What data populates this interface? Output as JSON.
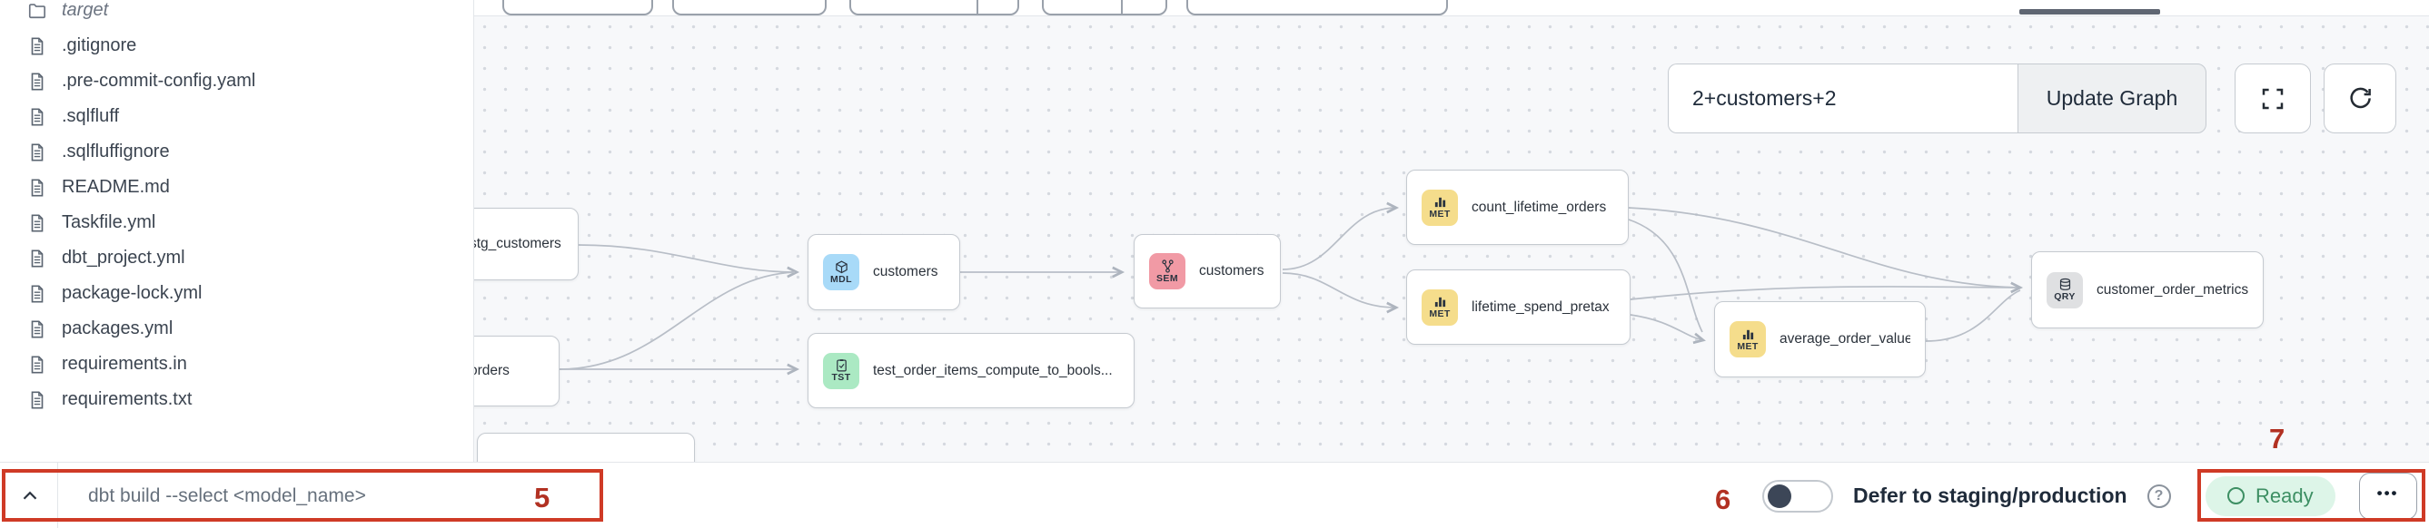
{
  "sidebar": {
    "folder_label": "target",
    "files": [
      ".gitignore",
      ".pre-commit-config.yaml",
      ".sqlfluff",
      ".sqlfluffignore",
      "README.md",
      "Taskfile.yml",
      "dbt_project.yml",
      "package-lock.yml",
      "packages.yml",
      "requirements.in",
      "requirements.txt"
    ]
  },
  "graph": {
    "controls": {
      "selector_value": "2+customers+2",
      "update_button_label": "Update Graph"
    },
    "nodes": [
      {
        "label": "stg_customers",
        "type": ""
      },
      {
        "label": "orders",
        "type": ""
      },
      {
        "label": "customers",
        "type": "MDL"
      },
      {
        "label": "test_order_items_compute_to_bools...",
        "type": "TST"
      },
      {
        "label": "customers",
        "type": "SEM"
      },
      {
        "label": "count_lifetime_orders",
        "type": "MET"
      },
      {
        "label": "lifetime_spend_pretax",
        "type": "MET"
      },
      {
        "label": "average_order_value",
        "type": "MET"
      },
      {
        "label": "customer_order_metrics",
        "type": "QRY"
      },
      {
        "label": "",
        "type": ""
      }
    ]
  },
  "bottombar": {
    "command_placeholder": "dbt build --select <model_name>",
    "defer_toggle": {
      "label": "Defer to staging/production",
      "state": "off"
    },
    "status": {
      "label": "Ready"
    }
  },
  "icons": {
    "help_glyph": "?",
    "more_glyph": "•••"
  },
  "annotations": {
    "label_5": "5",
    "label_6": "6",
    "label_7": "7"
  },
  "colors": {
    "annotation_red": "#cf3a26",
    "mdl_blue": "#a8daf8",
    "sem_pink": "#f19aa5",
    "met_yellow": "#f5dd8c",
    "tst_green": "#abe9c3",
    "qry_gray": "#dfe0e2",
    "ready_bg": "#ddf5e8",
    "ready_text": "#3d8f63",
    "canvas_bg": "#f7f8fa"
  }
}
